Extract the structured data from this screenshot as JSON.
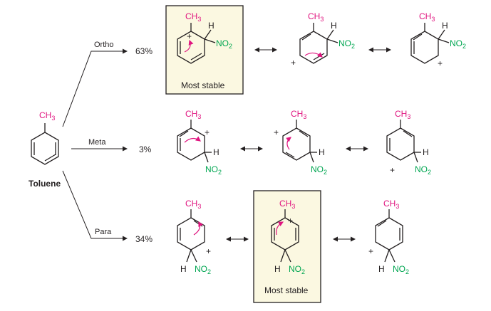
{
  "colors": {
    "methyl": "#e0147f",
    "nitro": "#00a651",
    "box_fill": "#fbf8e1",
    "text": "#231f20"
  },
  "reactant": {
    "label": "Toluene",
    "methyl_text": "CH",
    "methyl_sub": "3"
  },
  "rows": [
    {
      "name": "Ortho",
      "percent": "63%",
      "structures": [
        {
          "box_label": "Most stable"
        },
        {},
        {}
      ]
    },
    {
      "name": "Meta",
      "percent": "3%",
      "structures": [
        {},
        {},
        {}
      ]
    },
    {
      "name": "Para",
      "percent": "34%",
      "structures": [
        {},
        {
          "box_label": "Most stable"
        },
        {}
      ]
    }
  ],
  "atoms": {
    "methyl_text": "CH",
    "methyl_sub": "3",
    "nitro_text": "NO",
    "nitro_sub": "2",
    "hydrogen": "H",
    "plus": "+"
  }
}
